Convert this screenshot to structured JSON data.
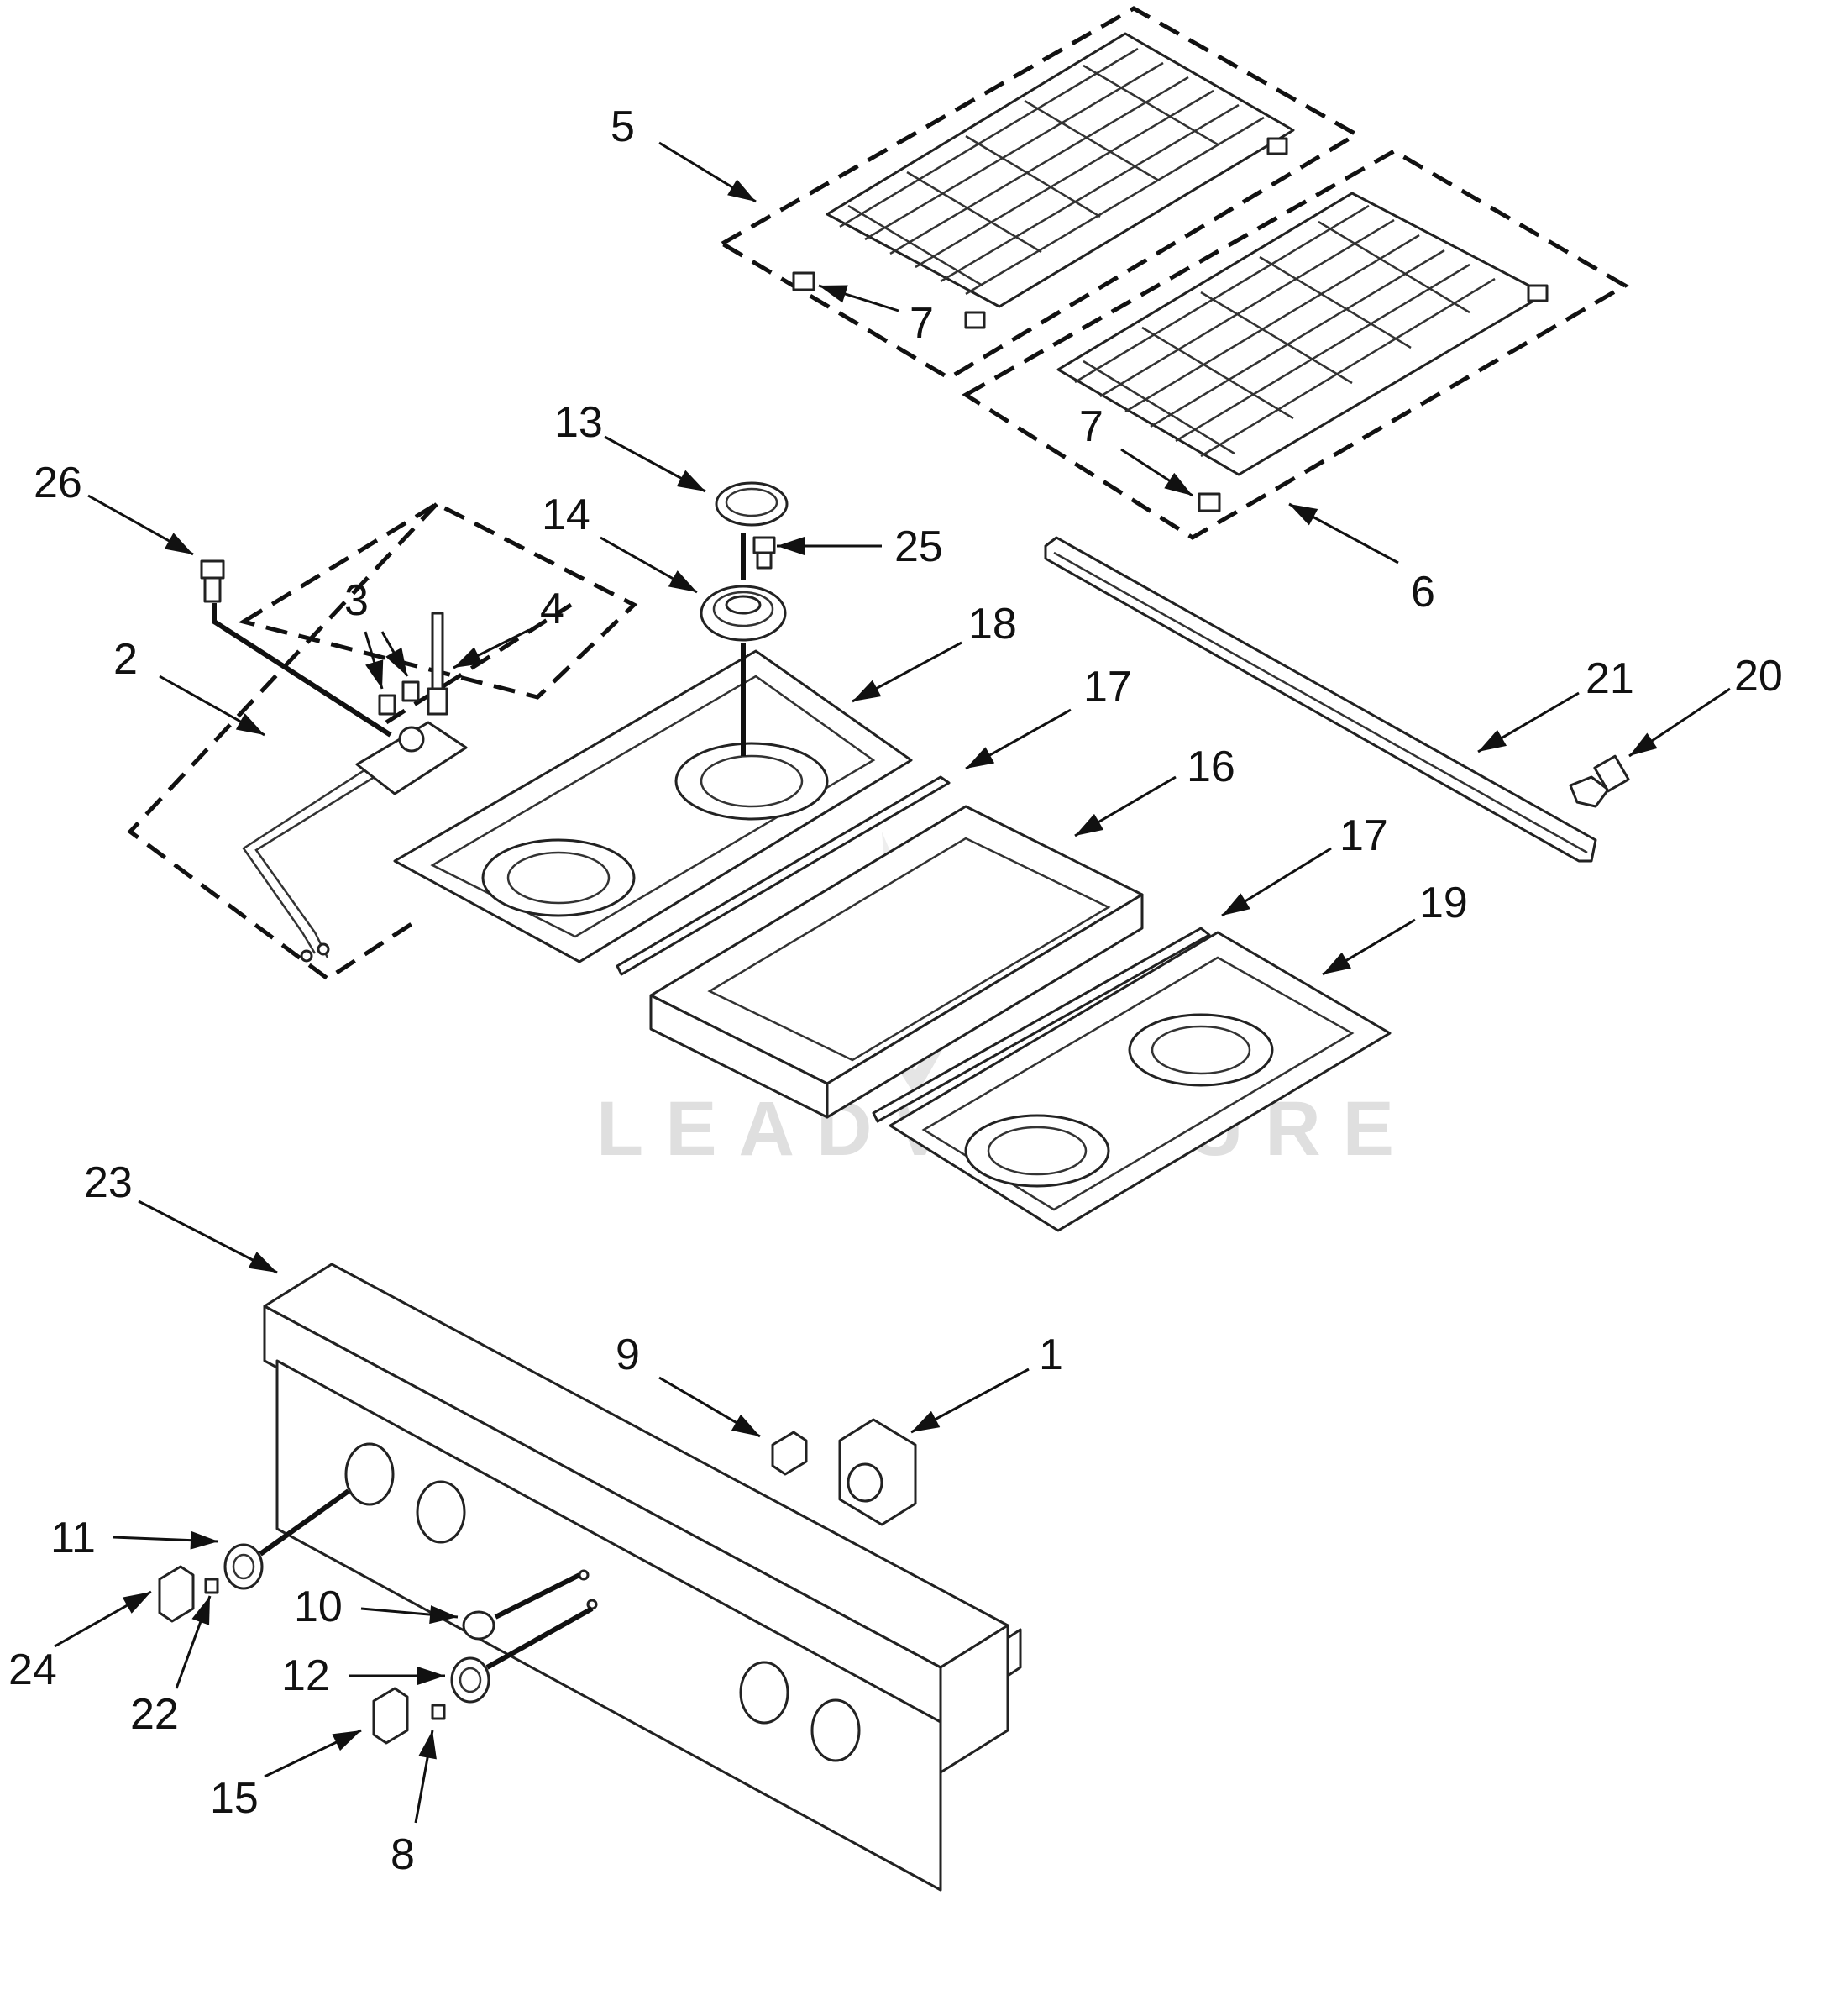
{
  "watermark": "LEADVENTURE",
  "callouts": [
    {
      "id": "c1",
      "label": "1"
    },
    {
      "id": "c2",
      "label": "2"
    },
    {
      "id": "c3",
      "label": "3"
    },
    {
      "id": "c4",
      "label": "4"
    },
    {
      "id": "c5",
      "label": "5"
    },
    {
      "id": "c6",
      "label": "6"
    },
    {
      "id": "c7a",
      "label": "7"
    },
    {
      "id": "c7b",
      "label": "7"
    },
    {
      "id": "c8",
      "label": "8"
    },
    {
      "id": "c9",
      "label": "9"
    },
    {
      "id": "c10",
      "label": "10"
    },
    {
      "id": "c11",
      "label": "11"
    },
    {
      "id": "c12",
      "label": "12"
    },
    {
      "id": "c13",
      "label": "13"
    },
    {
      "id": "c14",
      "label": "14"
    },
    {
      "id": "c15",
      "label": "15"
    },
    {
      "id": "c16",
      "label": "16"
    },
    {
      "id": "c17a",
      "label": "17"
    },
    {
      "id": "c17b",
      "label": "17"
    },
    {
      "id": "c18",
      "label": "18"
    },
    {
      "id": "c19",
      "label": "19"
    },
    {
      "id": "c20",
      "label": "20"
    },
    {
      "id": "c21",
      "label": "21"
    },
    {
      "id": "c22",
      "label": "22"
    },
    {
      "id": "c23",
      "label": "23"
    },
    {
      "id": "c24",
      "label": "24"
    },
    {
      "id": "c25",
      "label": "25"
    },
    {
      "id": "c26",
      "label": "26"
    }
  ]
}
